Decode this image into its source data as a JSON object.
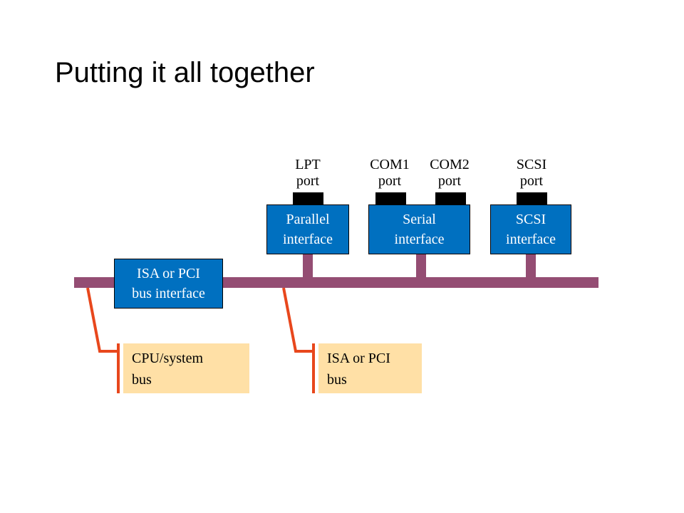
{
  "title": "Putting it all together",
  "ports": {
    "lpt": [
      "LPT",
      "port"
    ],
    "com1": [
      "COM1",
      "port"
    ],
    "com2": [
      "COM2",
      "port"
    ],
    "scsi": [
      "SCSI",
      "port"
    ]
  },
  "interfaces": {
    "parallel": [
      "Parallel",
      "interface"
    ],
    "serial": [
      "Serial",
      "interface"
    ],
    "scsi": [
      "SCSI",
      "interface"
    ],
    "isa_pci_bus": [
      "ISA or PCI",
      "bus interface"
    ]
  },
  "notes": {
    "cpu_system_bus": [
      "CPU/system",
      "bus"
    ],
    "isa_pci_bus": [
      "ISA or PCI",
      "bus"
    ]
  },
  "colors": {
    "interface_fill": "#0070C0",
    "bus": "#944D73",
    "callout_line": "#E8471C",
    "note_fill": "#FFE0A6",
    "connector": "#000000"
  }
}
